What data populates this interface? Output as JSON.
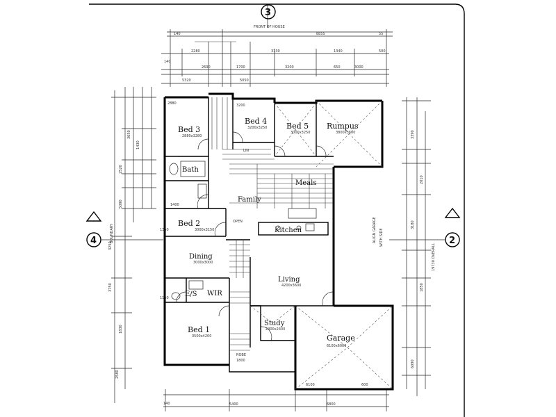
{
  "rooms": {
    "bed3": "Bed 3",
    "bed4": "Bed 4",
    "bed5": "Bed 5",
    "rumpus": "Rumpus",
    "bath": "Bath",
    "meals": "Meals",
    "family": "Family",
    "bed2": "Bed 2",
    "kitchen": "Kitchen",
    "dining": "Dining",
    "living": "Living",
    "ens": "E/S",
    "wir": "WIR",
    "bed1": "Bed 1",
    "study": "Study",
    "garage": "Garage"
  },
  "callouts": {
    "north": "3",
    "west": "4",
    "east": "2"
  },
  "colors": {
    "wall": "#000000",
    "paper": "#ffffff",
    "ink": "#222222"
  }
}
